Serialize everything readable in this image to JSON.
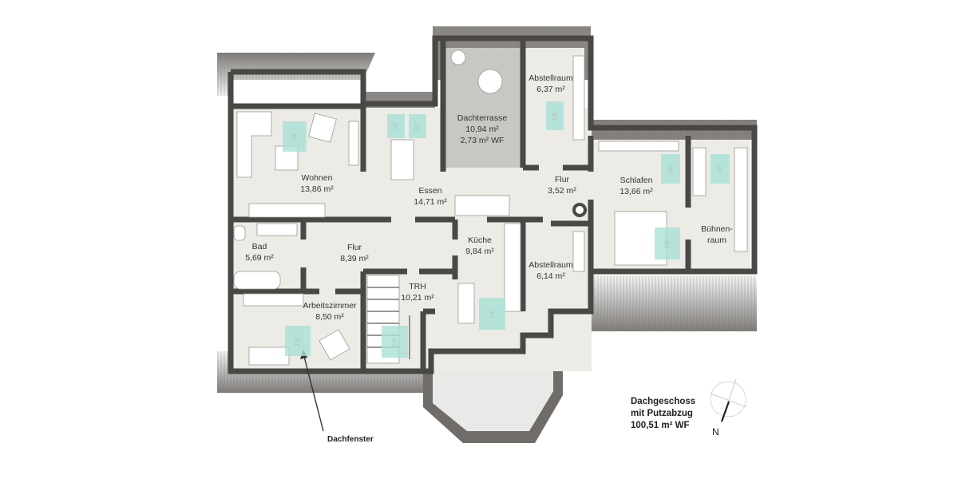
{
  "floor": {
    "title": "Dachgeschoss",
    "subtitle": "mit Putzabzug",
    "total_area": "100,51 m² WF"
  },
  "compass": {
    "label": "N"
  },
  "callout": {
    "label": "Dachfenster"
  },
  "skylight_label": "DF",
  "rooms": [
    {
      "name": "Wohnen",
      "area": "13,86 m²"
    },
    {
      "name": "Essen",
      "area": "14,71 m²"
    },
    {
      "name": "Dachterrasse",
      "area": "10,94 m²",
      "area_wf": "2,73 m² WF"
    },
    {
      "name": "Abstellraum",
      "area": "6,37 m²"
    },
    {
      "name": "Flur",
      "area": "3,52 m²"
    },
    {
      "name": "Schlafen",
      "area": "13,66 m²"
    },
    {
      "name": "Bühnen-",
      "name2": "raum"
    },
    {
      "name": "Bad",
      "area": "5,69 m²"
    },
    {
      "name": "Flur",
      "area": "8,39 m²"
    },
    {
      "name": "Küche",
      "area": "9,84 m²"
    },
    {
      "name": "Abstellraum",
      "area": "6,14 m²"
    },
    {
      "name": "TRH",
      "area": "10,21 m²"
    },
    {
      "name": "Arbeitszimmer",
      "area": "8,50 m²"
    }
  ],
  "colors": {
    "wall": "#4a4845",
    "roof": "#8a8784",
    "floor": "#ecebe6",
    "terrace": "#c9c7c3",
    "skylight": "#a9e2d6"
  }
}
